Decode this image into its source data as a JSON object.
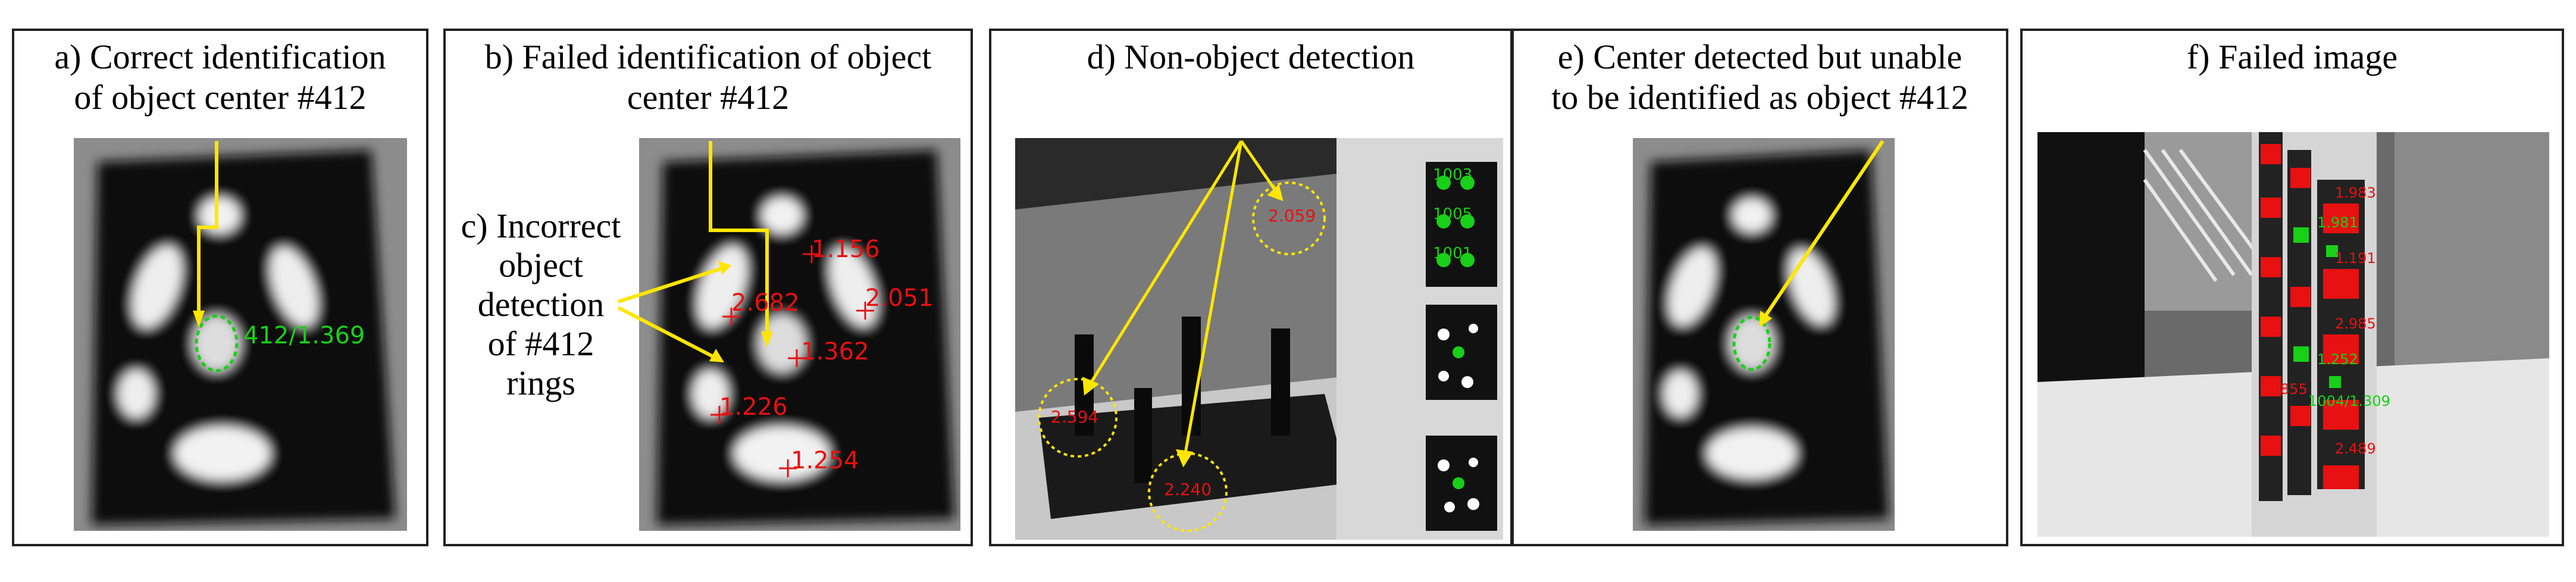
{
  "panels": {
    "a": {
      "title_line1": "a) Correct identification",
      "title_line2": "of object center #412",
      "label": "412/1.369"
    },
    "b": {
      "title_line1": "b) Failed identification of object",
      "title_line2": "center #412",
      "side_label": [
        "c) Incorrect",
        "object",
        "detection",
        "of #412",
        "rings"
      ],
      "values": [
        "1.156",
        "2.682",
        "2.051",
        "1.362",
        "1.226",
        "1.254"
      ]
    },
    "d": {
      "title": "d) Non-object detection",
      "codes": [
        "1003",
        "1005",
        "1001"
      ],
      "values": [
        "2.059",
        "2.594",
        "2.240"
      ]
    },
    "e": {
      "title_line1": "e) Center detected but unable",
      "title_line2": "to be identified as object #412"
    },
    "f": {
      "title": "f) Failed image",
      "red_values": [
        "1.983",
        "1.191",
        "2.985",
        "2.855",
        "2.489"
      ],
      "green_values": [
        "1.981",
        "1.252",
        "1004/1.309"
      ]
    }
  },
  "colors": {
    "arrow": "#ffe600",
    "red": "#e81010",
    "green": "#18d018"
  }
}
